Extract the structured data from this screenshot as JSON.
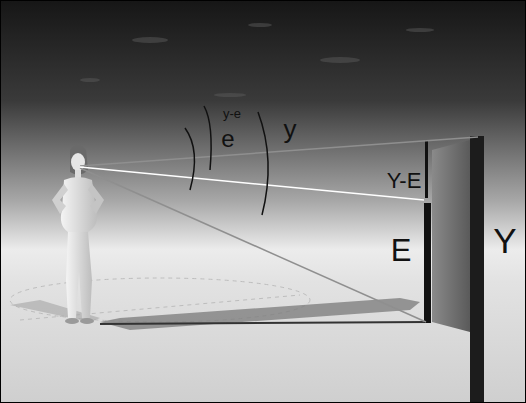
{
  "diagram": {
    "labels": [
      "y-e",
      "e",
      "y",
      "Y-E",
      "E",
      "Y"
    ]
  }
}
